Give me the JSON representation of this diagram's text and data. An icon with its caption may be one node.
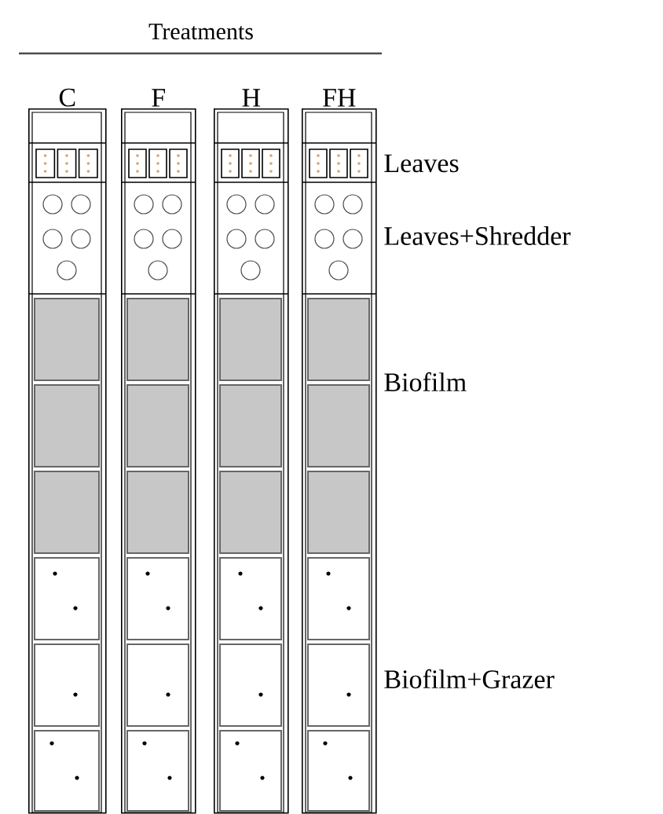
{
  "diagram": {
    "title": "Treatments",
    "nodes": [
      {
        "text": [
          "C"
        ]
      },
      {
        "text": [
          "F"
        ]
      },
      {
        "text": [
          "H"
        ]
      },
      {
        "text": [
          "FH"
        ]
      }
    ],
    "labels": [
      "Leaves",
      "Leaves+Shredder",
      "Biofilm",
      "Biofilm+Grazer"
    ]
  }
}
